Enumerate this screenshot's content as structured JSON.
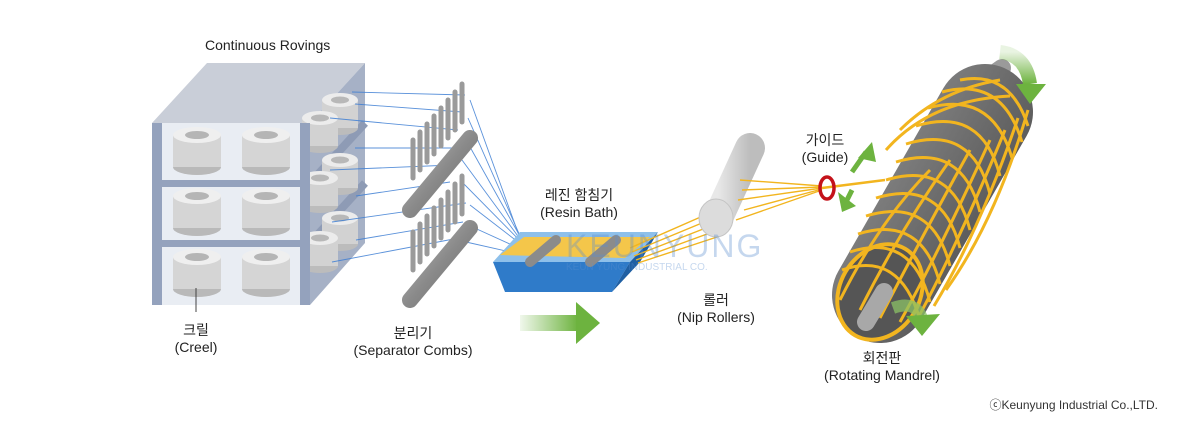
{
  "labels": {
    "rovings": "Continuous Rovings",
    "creel_ko": "크릴",
    "creel_en": "(Creel)",
    "combs_ko": "분리기",
    "combs_en": "(Separator Combs)",
    "resin_ko": "레진 함침기",
    "resin_en": "(Resin Bath)",
    "nip_ko": "롤러",
    "nip_en": "(Nip Rollers)",
    "guide_ko": "가이드",
    "guide_en": "(Guide)",
    "mandrel_ko": "회전판",
    "mandrel_en": "(Rotating Mandrel)"
  },
  "watermark": {
    "main": "KEUNYUNG",
    "sub": "KEUN YUNG INDUSTRIAL CO."
  },
  "copyright": "ⓒKeunyung Industrial Co.,LTD.",
  "colors": {
    "frame": "#94a2bd",
    "bobbin": "#d8d8d8",
    "fiber_blue": "#3f7fd4",
    "fiber_yellow": "#f2b51f",
    "bath": "#2f7bc9",
    "arrow_green": "#6db33f",
    "guide_ring": "#c4121a",
    "mandrel": "#6e6e6e"
  }
}
